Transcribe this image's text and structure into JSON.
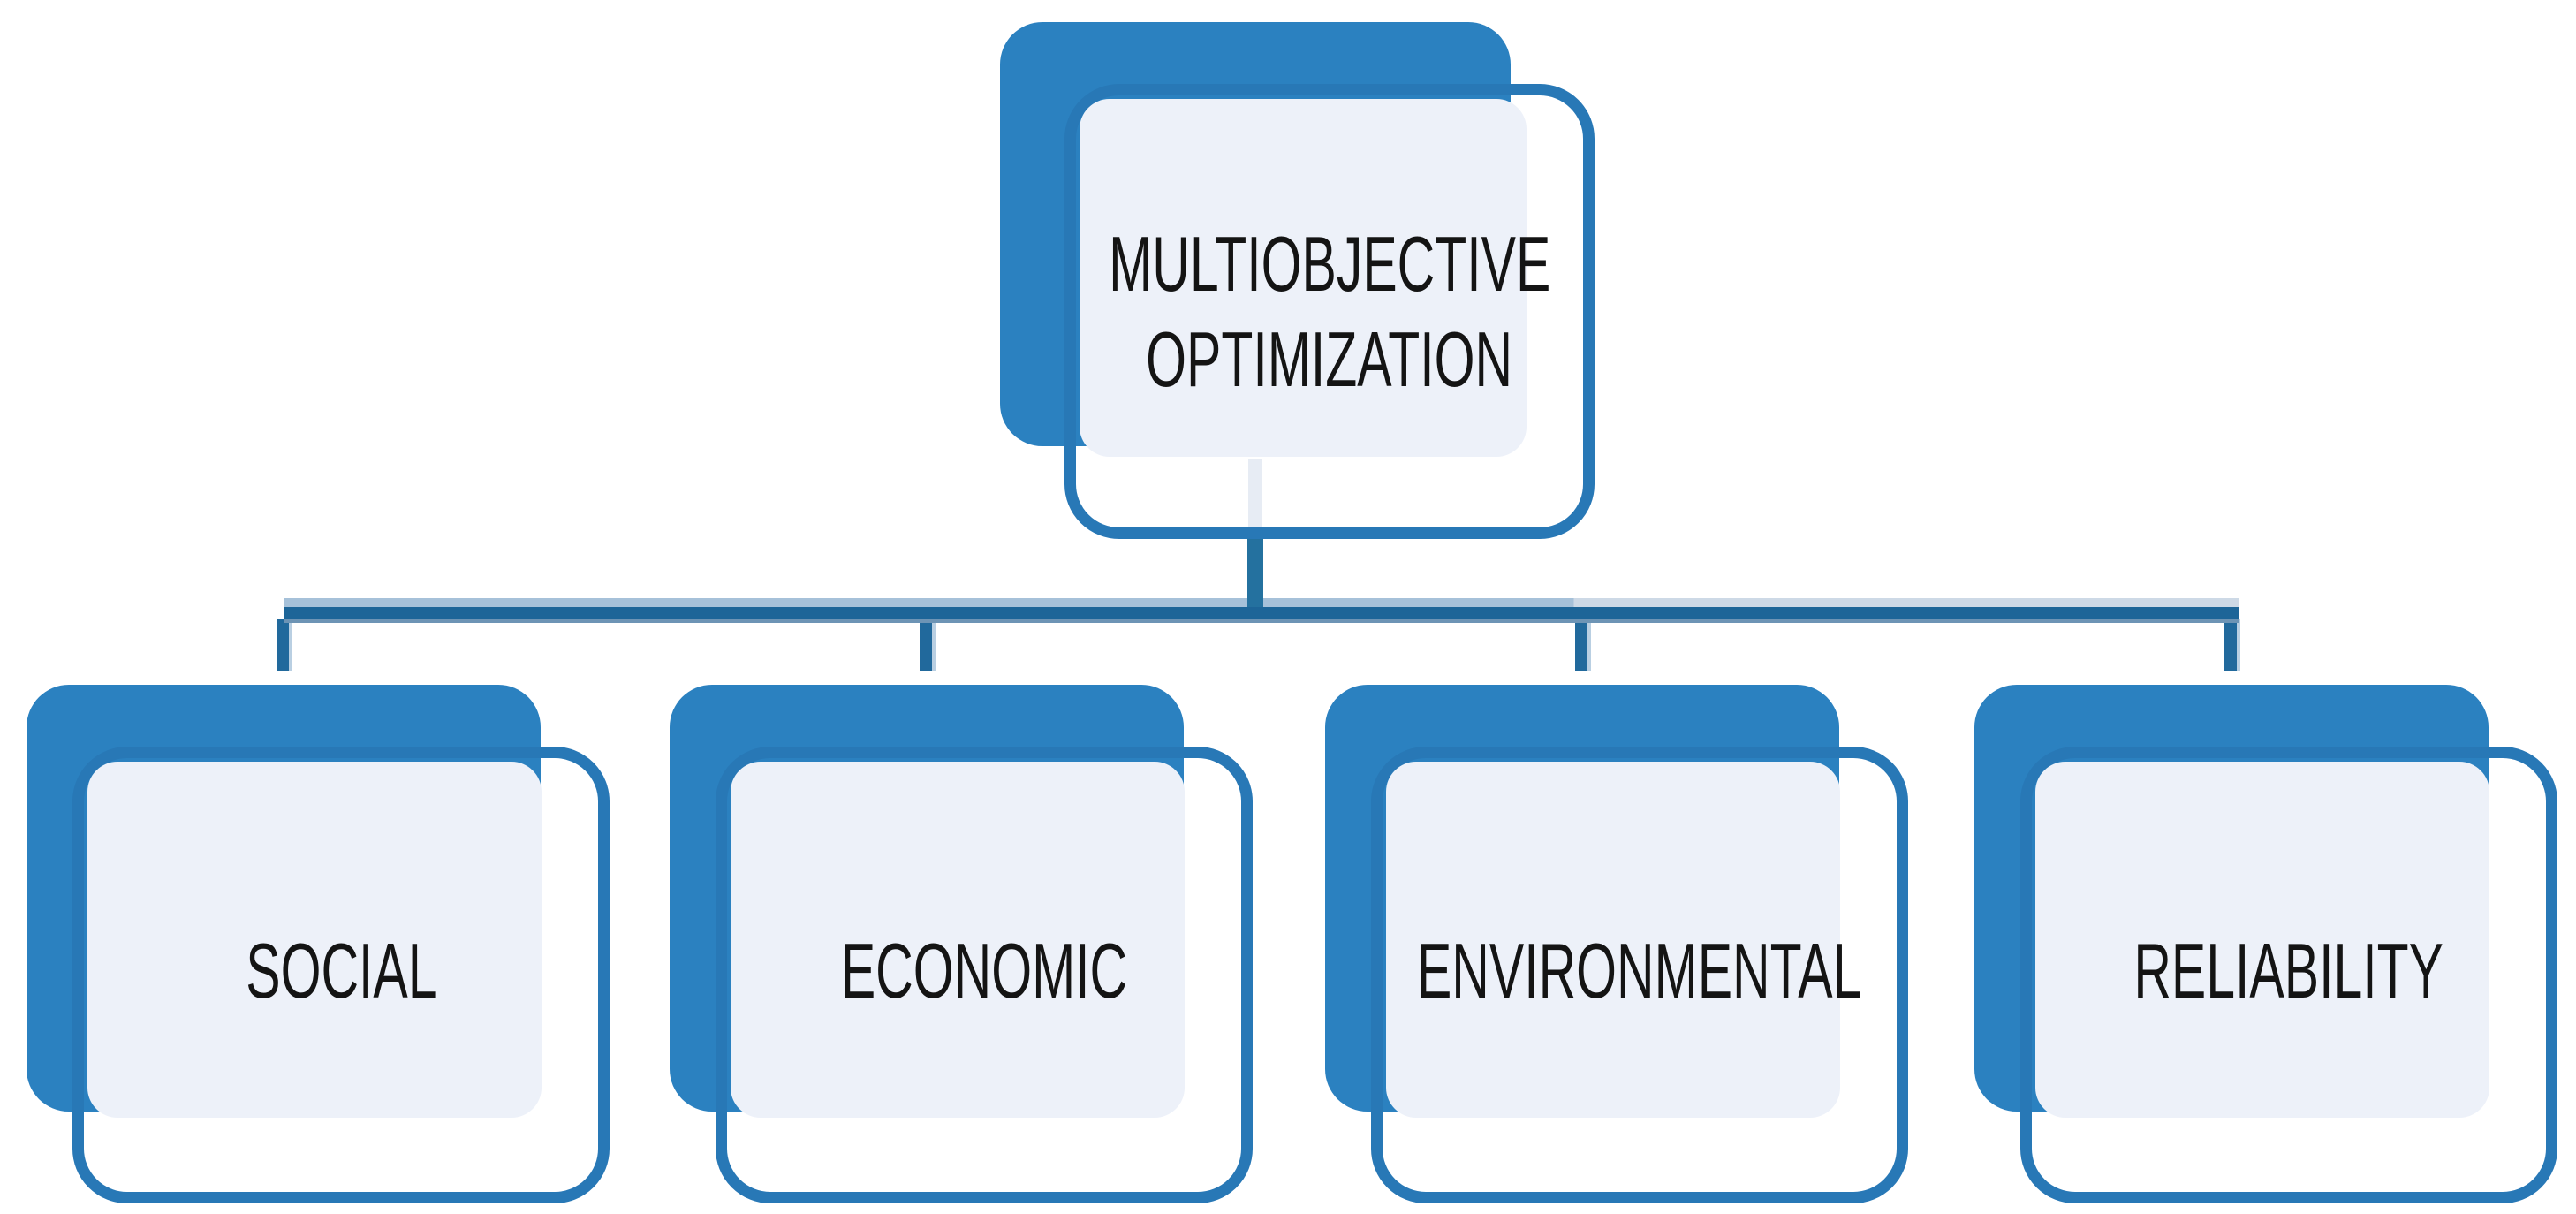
{
  "diagram": {
    "type": "hierarchy",
    "root": {
      "label": "MULTIOBJECTIVE OPTIMIZATION",
      "lines": [
        "MULTIOBJECTIVE",
        "OPTIMIZATION"
      ]
    },
    "children": [
      {
        "label": "SOCIAL"
      },
      {
        "label": "ECONOMIC"
      },
      {
        "label": "ENVIRONMENTAL"
      },
      {
        "label": "RELIABILITY"
      }
    ]
  },
  "colors": {
    "box_fill": "#2b81c0",
    "box_border": "#2878b6",
    "inner_fill": "#edf1f9",
    "connector_dark": "#1d6598",
    "connector_highlight_left": "#a6c1d9",
    "connector_highlight_right": "#cdd9e6",
    "connector_underline": "#6d94b5",
    "trunk_light": "#e7ecf4",
    "text": "#141414",
    "background": "#ffffff"
  }
}
